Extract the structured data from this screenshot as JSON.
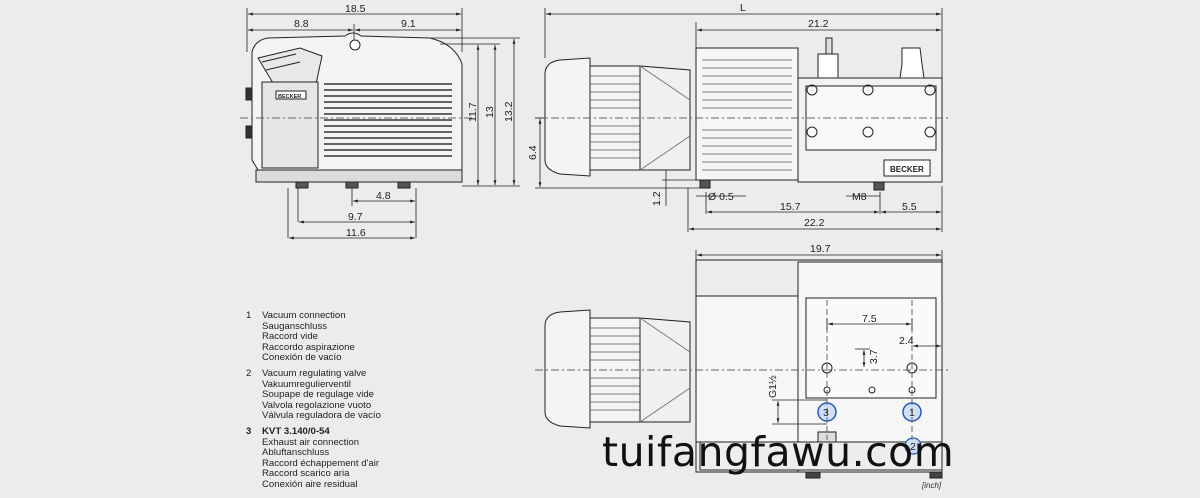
{
  "dimensions": {
    "side_overall_width": "18.5",
    "side_left_part": "8.8",
    "side_right_part": "9.1",
    "side_height_a": "11.7",
    "side_height_b": "13",
    "side_height_c": "13.2",
    "side_foot_a": "4.8",
    "side_foot_b": "9.7",
    "side_foot_c": "11.6",
    "front_overall_length": "L",
    "front_pump_length": "21.2",
    "front_axis_height": "6.4",
    "front_foot_height": "1.2",
    "front_hole_dia": "Ø 0.5",
    "front_thread": "M8",
    "front_foot_span": "15.7",
    "front_foot_offset": "5.5",
    "front_total_base": "22.2",
    "top_width": "19.7",
    "top_port_spacing": "7.5",
    "top_port_offset_y": "3.7",
    "top_port_offset_x": "2.4",
    "top_thread": "G1½"
  },
  "brand_label": "BECKER",
  "port_markers": [
    "1",
    "2",
    "3"
  ],
  "legend": [
    {
      "number": "1",
      "lines": [
        "Vacuum connection",
        "Sauganschluss",
        "Raccord vide",
        "Raccordo aspirazione",
        "Conexión de vacío"
      ]
    },
    {
      "number": "2",
      "lines": [
        "Vacuum regulating valve",
        "Vakuumregulierventil",
        "Soupape de regulage vide",
        "Valvola regolazione vuoto",
        "Válvula reguladora de vacío"
      ]
    },
    {
      "number": "3",
      "bold_line": "KVT 3.140/0-54",
      "lines": [
        "Exhaust air connection",
        "Abluftanschluss",
        "Raccord échappement d'air",
        "Raccord scarico aria",
        "Conexión aire residual"
      ]
    }
  ],
  "unit_note": "[inch]",
  "watermark": "tuifangfawu.com"
}
